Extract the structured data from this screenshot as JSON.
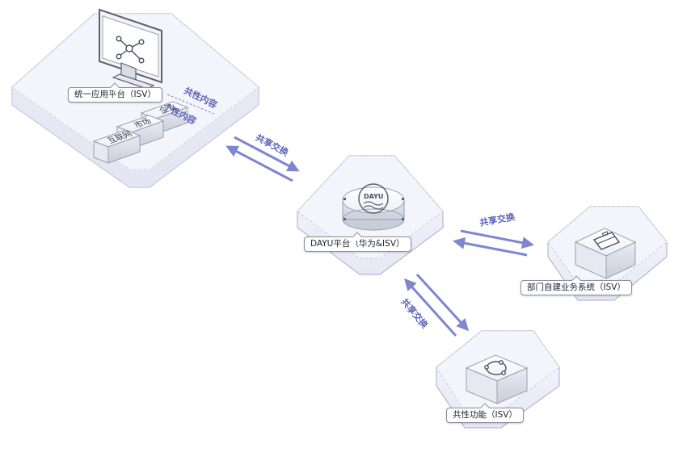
{
  "nodes": {
    "unified_platform": {
      "label": "统一应用平台（ISV）"
    },
    "dayu": {
      "label": "DAYU平台（华为&ISV）",
      "logo_text": "DAYU"
    },
    "dept_system": {
      "label": "部门自建业务系统（ISV）"
    },
    "common_function": {
      "label": "共性功能（ISV）"
    }
  },
  "content_labels": {
    "common_content": "共性内容",
    "personal_content": "个性内容"
  },
  "blocks": {
    "enterprise": "企业",
    "market": "市场",
    "internet": "互联网"
  },
  "edges": {
    "top_left": "共享交换",
    "right": "共享交换",
    "bottom": "共享交换"
  },
  "colors": {
    "arrow": "#7e86cf",
    "platform_fill": "#eef0f8",
    "platform_stroke": "#b3b8d2",
    "accent_text": "#5a63b8"
  }
}
